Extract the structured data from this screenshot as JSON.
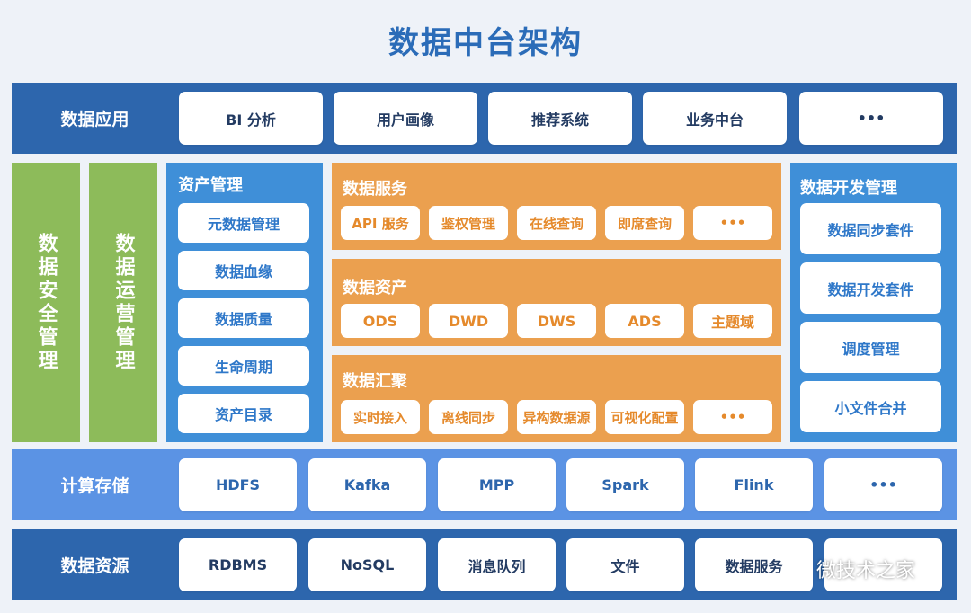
{
  "title": "数据中台架构",
  "data_apps": {
    "label": "数据应用",
    "items": [
      "BI 分析",
      "用户画像",
      "推荐系统",
      "业务中台",
      "•••"
    ]
  },
  "left_columns": {
    "security": "数据安全管理",
    "operations": "数据运营管理"
  },
  "asset_mgmt": {
    "title": "资产管理",
    "items": [
      "元数据管理",
      "数据血缘",
      "数据质量",
      "生命周期",
      "资产目录"
    ]
  },
  "data_service": {
    "title": "数据服务",
    "items": [
      "API 服务",
      "鉴权管理",
      "在线查询",
      "即席查询",
      "•••"
    ]
  },
  "data_assets": {
    "title": "数据资产",
    "items": [
      "ODS",
      "DWD",
      "DWS",
      "ADS",
      "主题域"
    ]
  },
  "data_agg": {
    "title": "数据汇聚",
    "items": [
      "实时接入",
      "离线同步",
      "异构数据源",
      "可视化配置",
      "•••"
    ]
  },
  "dev_mgmt": {
    "title": "数据开发管理",
    "items": [
      "数据同步套件",
      "数据开发套件",
      "调度管理",
      "小文件合并"
    ]
  },
  "compute_storage": {
    "label": "计算存储",
    "items": [
      "HDFS",
      "Kafka",
      "MPP",
      "Spark",
      "Flink",
      "•••"
    ]
  },
  "data_sources": {
    "label": "数据资源",
    "items": [
      "RDBMS",
      "NoSQL",
      "消息队列",
      "文件",
      "数据服务",
      ""
    ]
  },
  "watermark": "微技术之家",
  "colors": {
    "title": "#2b6cb8",
    "dark_band": "#2d66ad",
    "light_band": "#5b93e4",
    "green": "#8dbb5a",
    "panel_blue": "#3f8fd8",
    "orange": "#eba04f"
  }
}
